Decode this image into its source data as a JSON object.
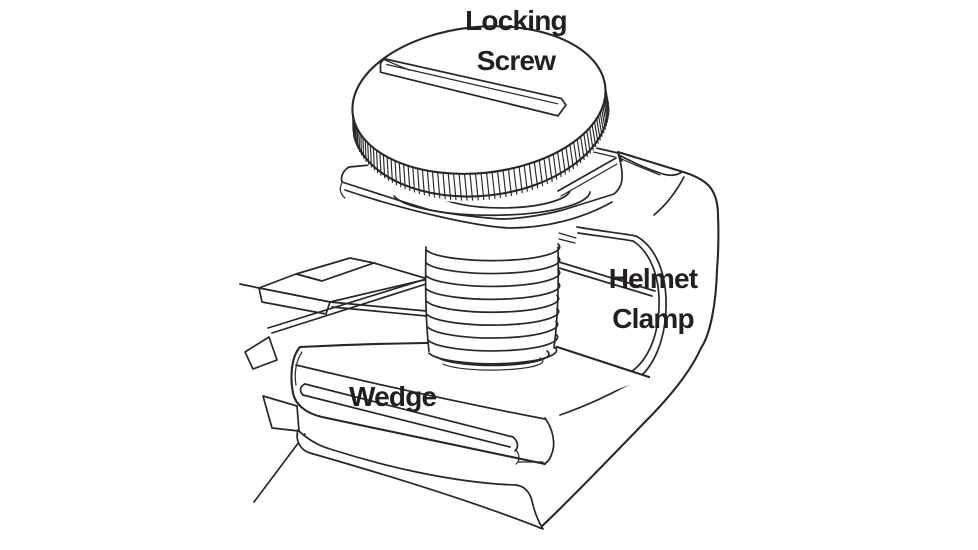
{
  "figure": {
    "description": "Exploded line-art diagram of a helmet clamp assembly",
    "labels": {
      "locking_screw": {
        "line1": "Locking",
        "line2": "Screw"
      },
      "helmet_clamp": {
        "line1": "Helmet",
        "line2": "Clamp"
      },
      "wedge": {
        "text": "Wedge"
      }
    },
    "colors": {
      "line": "#2a2526",
      "background": "#ffffff",
      "text": "#231f20"
    }
  }
}
